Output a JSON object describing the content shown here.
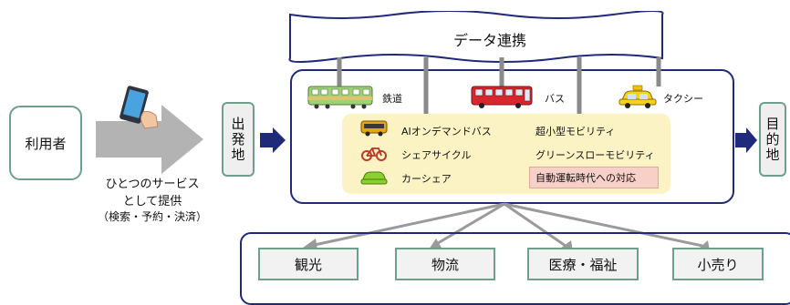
{
  "data_link": {
    "label": "データ連携"
  },
  "user": {
    "label": "利用者"
  },
  "service_caption": {
    "line1": "ひとつのサービス",
    "line2": "として提供",
    "line3": "（検索・予約・決済）"
  },
  "departure": {
    "label": "出発地"
  },
  "destination": {
    "label": "目的地"
  },
  "transport": {
    "train": "鉄道",
    "bus": "バス",
    "taxi": "タクシー"
  },
  "mobility_left": [
    "AIオンデマンドバス",
    "シェアサイクル",
    "カーシェア"
  ],
  "mobility_right": [
    "超小型モビリティ",
    "グリーンスローモビリティ",
    "自動運転時代への対応"
  ],
  "sectors": [
    "観光",
    "物流",
    "医療・福祉",
    "小売り"
  ],
  "colors": {
    "border": "#6f9f8a",
    "navy": "#1f2a7a",
    "yellow": "#fbf3c4",
    "pink": "#f7d0c8",
    "arrow": "#9a9a9a"
  }
}
